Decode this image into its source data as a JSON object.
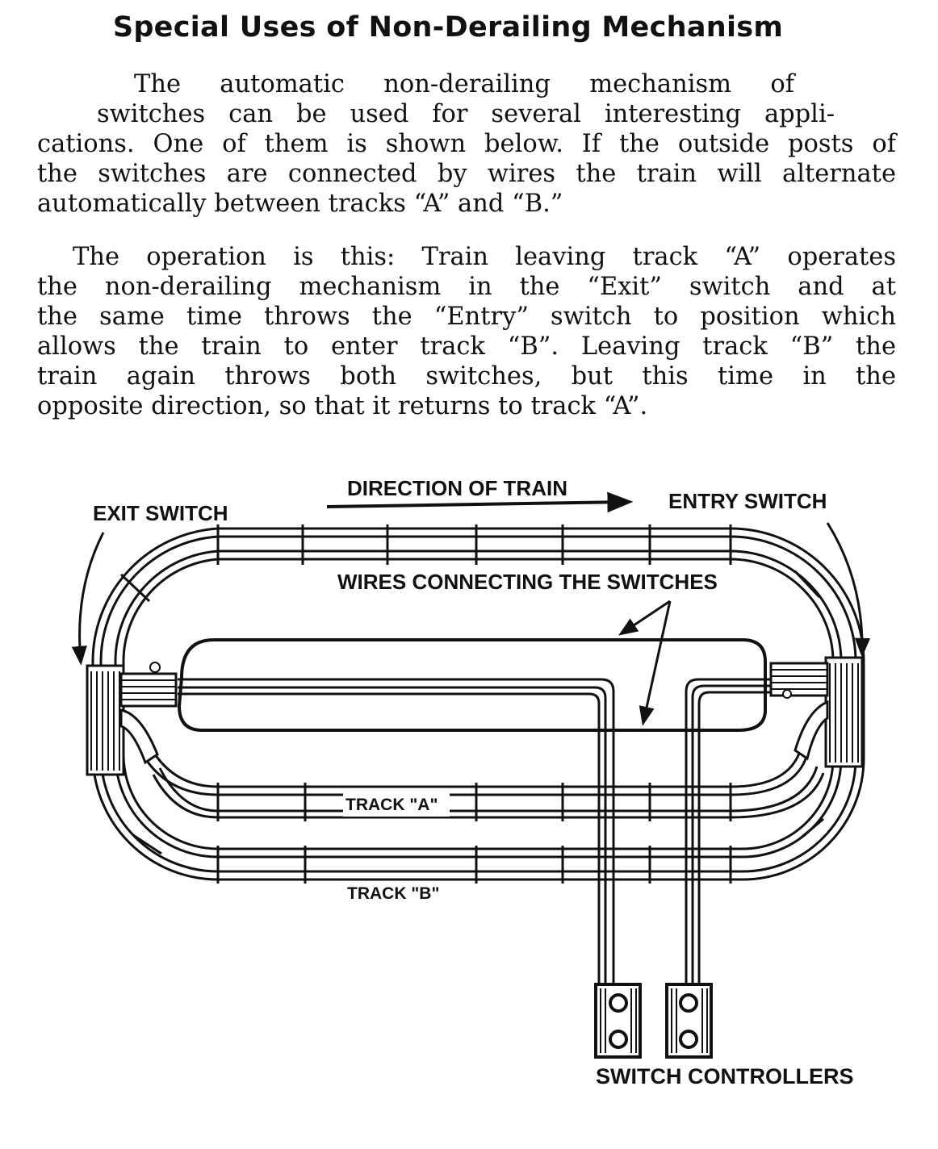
{
  "heading": "Special Uses of Non-Derailing Mechanism",
  "paragraph1": {
    "lines": [
      "The automatic non-derailing mechanism of",
      "switches can be used for several interesting appli-",
      "cations. One of them is shown below. If the outside posts of",
      "the switches are connected by wires the train will alternate",
      "automatically between tracks “A” and “B.”"
    ]
  },
  "paragraph2": {
    "lines": [
      "The operation is this: Train leaving track “A” operates",
      "the non-derailing mechanism in the “Exit” switch and at",
      "the same time throws the “Entry” switch to position which",
      "allows the train to enter track “B”. Leaving track “B” the",
      "train again throws both switches, but this time in the",
      "opposite direction, so that it returns to track “A”."
    ]
  },
  "diagram": {
    "direction_label": "DIRECTION OF TRAIN",
    "exit_switch_label": "EXIT SWITCH",
    "entry_switch_label": "ENTRY SWITCH",
    "wires_label": "WIRES CONNECTING THE SWITCHES",
    "track_a_label": "TRACK \"A\"",
    "track_b_label": "TRACK \"B\"",
    "controllers_label": "SWITCH CONTROLLERS"
  }
}
